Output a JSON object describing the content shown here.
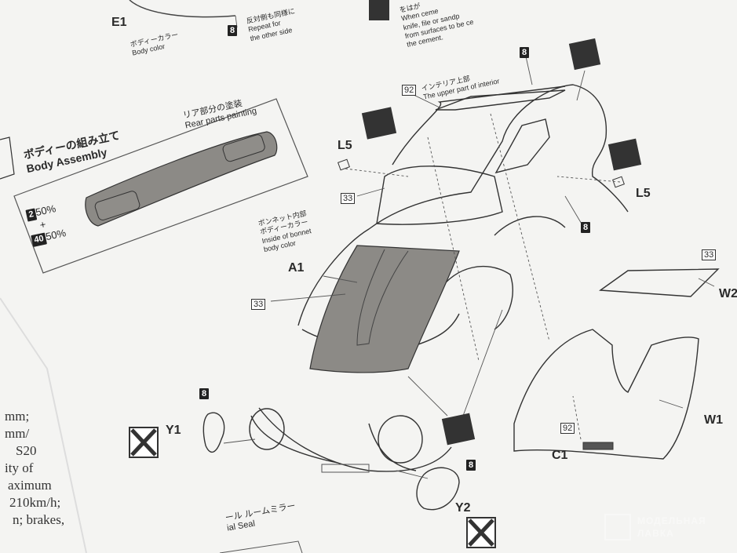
{
  "parts": {
    "e1": "E1",
    "a1": "A1",
    "l5_left": "L5",
    "l5_right": "L5",
    "y1": "Y1",
    "y2": "Y2",
    "w1": "W1",
    "w2": "W2",
    "c1": "C1"
  },
  "paint_codes": {
    "c8_top": "8",
    "c8_roof": "8",
    "c8_side": "8",
    "c8_y1": "8",
    "c8_y2": "8",
    "c92_top": "92",
    "c92_c1": "92",
    "c33_window": "33",
    "c33_hood": "33",
    "c33_w2": "33",
    "c2": "2",
    "c40": "40"
  },
  "notes": {
    "body_color_jp": "ボディーカラー",
    "body_color_en": "Body color",
    "repeat_jp": "反対側も同様に",
    "repeat_en1": "Repeat for",
    "repeat_en2": "the other side",
    "cement_line1": "をはが",
    "cement_line2": "When ceme",
    "cement_line3": "knife, file or sandp",
    "cement_line4": "from surfaces to be ce",
    "cement_line5": "the cement.",
    "interior_jp": "インテリア上部",
    "interior_en": "The upper part of interior",
    "bonnet_jp1": "ボンネット内部",
    "bonnet_jp2": "ボディーカラー",
    "bonnet_en1": "Inside of bonnet",
    "bonnet_en2": "body color"
  },
  "rear_painting": {
    "title_jp": "リア部分の塗装",
    "title_en": "Rear parts painting",
    "mix_line1": "50%",
    "plus": "+",
    "mix_line2": "50%"
  },
  "section": {
    "title_jp": "ボディーの組み立て",
    "title_en": "Body Assembly"
  },
  "seal": {
    "jp": "ール ルームミラー",
    "en": "ial Seal"
  },
  "spec_fragments": [
    "mm;",
    "mm/",
    "S20",
    "ity of",
    "aximum",
    "210km/h;",
    "n; brakes,"
  ],
  "watermark": {
    "line1": "МОДЕЛЬНАЯ",
    "line2": "ЛАВКА"
  },
  "colors": {
    "paper": "#f4f4f2",
    "ink": "#2a2a2a",
    "fill_gray": "#8c8a86"
  }
}
